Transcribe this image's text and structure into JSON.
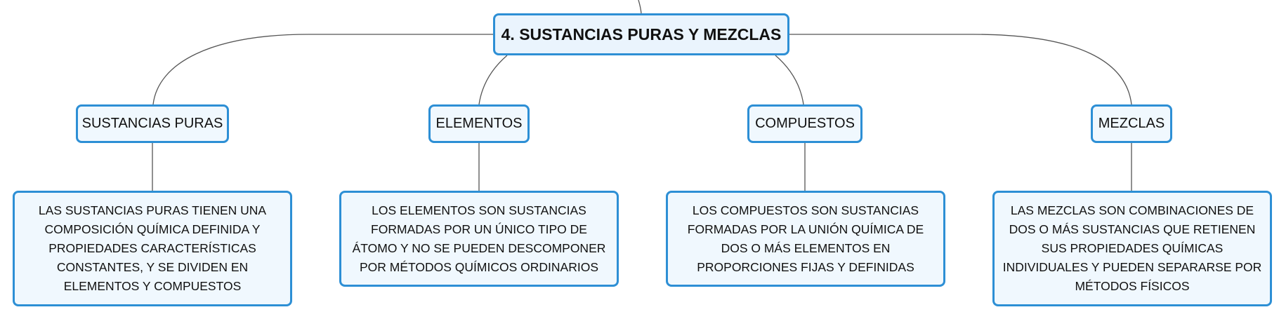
{
  "diagram": {
    "root": {
      "label": "4. SUSTANCIAS PURAS Y MEZCLAS"
    },
    "categories": [
      {
        "label": "SUSTANCIAS PURAS",
        "description": "LAS SUSTANCIAS PURAS TIENEN UNA COMPOSICIÓN QUÍMICA DEFINIDA Y PROPIEDADES CARACTERÍSTICAS CONSTANTES, Y SE DIVIDEN EN ELEMENTOS Y COMPUESTOS"
      },
      {
        "label": "ELEMENTOS",
        "description": "LOS ELEMENTOS SON SUSTANCIAS FORMADAS POR UN ÚNICO TIPO DE ÁTOMO Y NO SE PUEDEN DESCOMPONER POR MÉTODOS QUÍMICOS ORDINARIOS"
      },
      {
        "label": "COMPUESTOS",
        "description": "LOS COMPUESTOS SON SUSTANCIAS FORMADAS POR LA UNIÓN QUÍMICA DE DOS O MÁS ELEMENTOS EN PROPORCIONES FIJAS Y DEFINIDAS"
      },
      {
        "label": "MEZCLAS",
        "description": "LAS MEZCLAS SON COMBINACIONES DE DOS O MÁS SUSTANCIAS QUE RETIENEN SUS PROPIEDADES QUÍMICAS INDIVIDUALES Y PUEDEN SEPARARSE POR MÉTODOS FÍSICOS"
      }
    ]
  },
  "colors": {
    "node_border": "#2d8fd5",
    "node_fill": "#f0f8fe",
    "connector": "#555555"
  }
}
